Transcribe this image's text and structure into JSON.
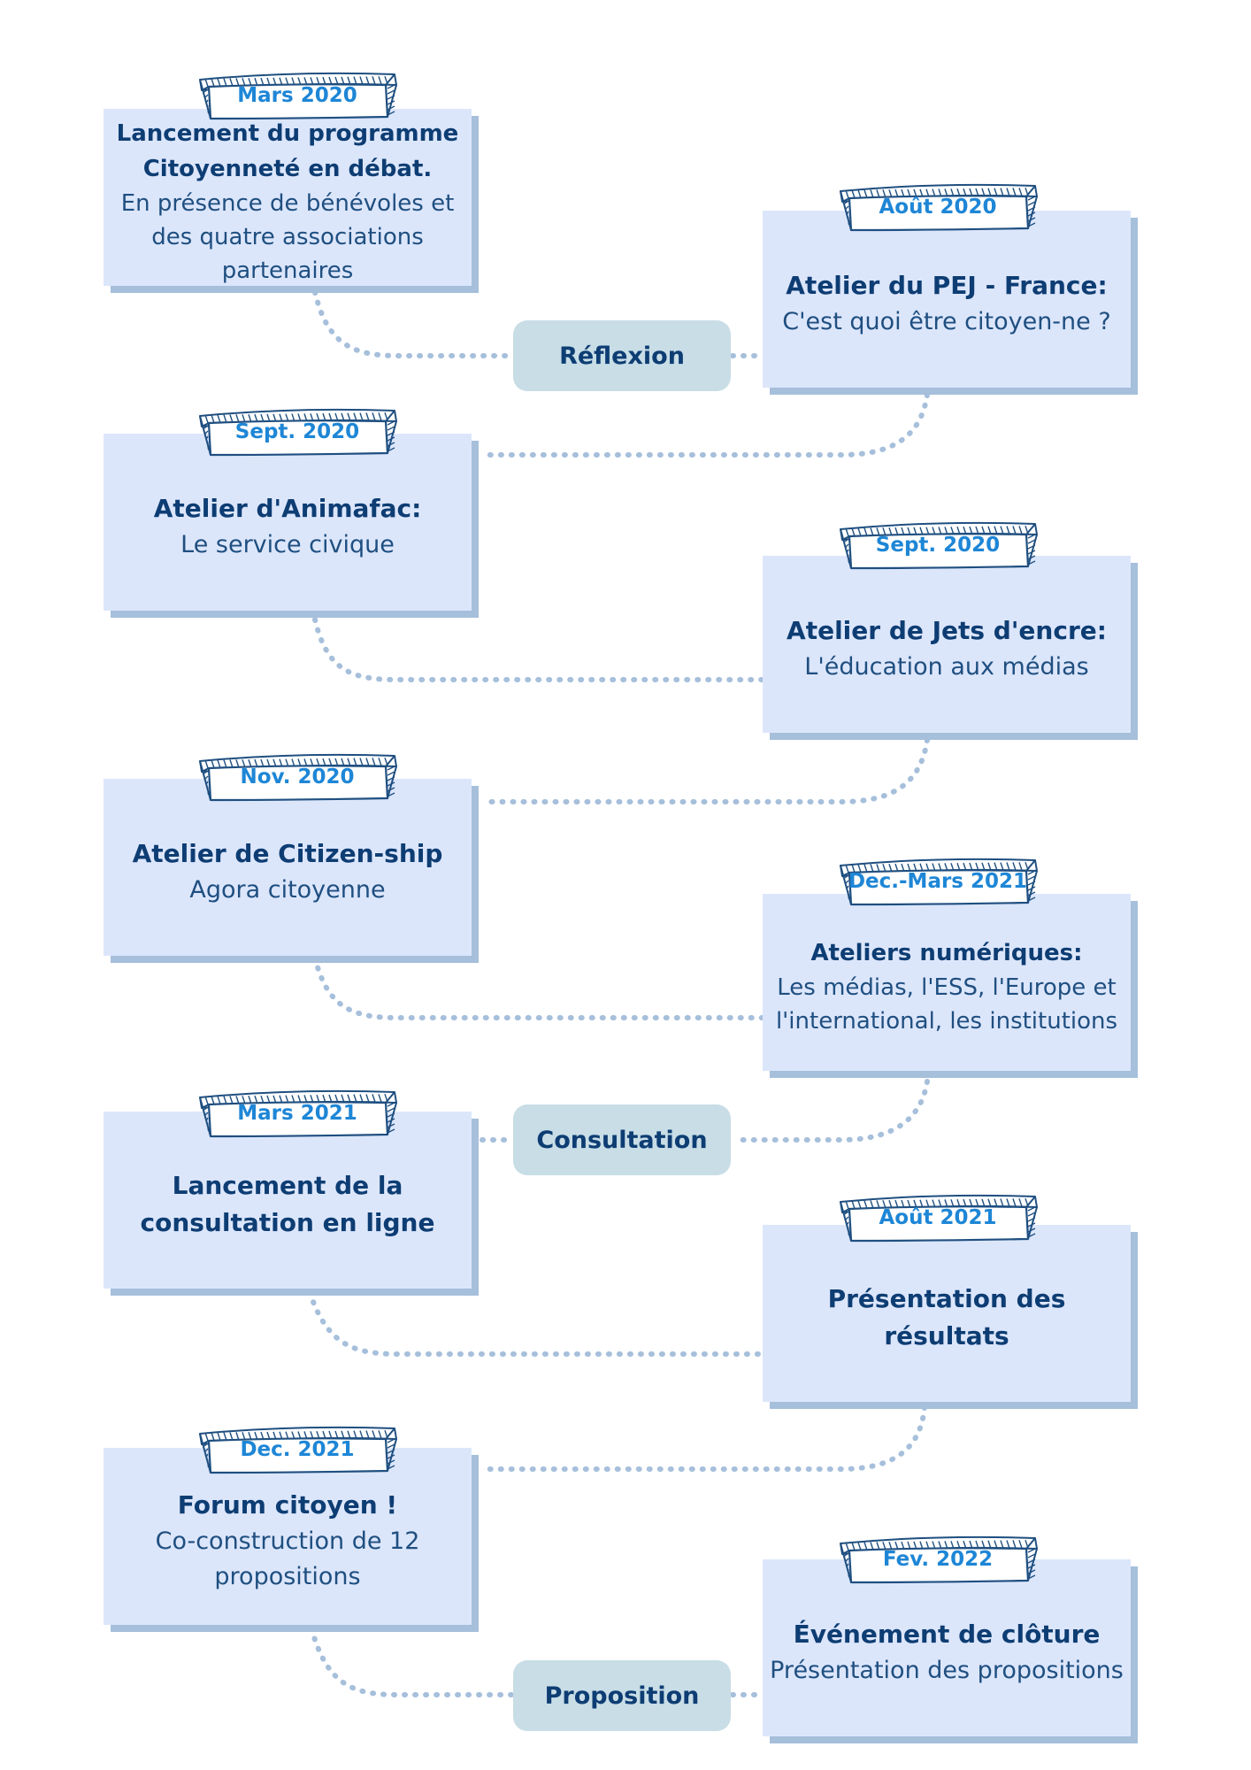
{
  "phases": {
    "reflexion": "Réflexion",
    "consultation": "Consultation",
    "proposition": "Proposition"
  },
  "events": [
    {
      "date": "Mars 2020",
      "title": "Lancement du programme Citoyenneté en débat.",
      "sub": "En présence de bénévoles et des quatre associations partenaires"
    },
    {
      "date": "Août 2020",
      "title": "Atelier du PEJ - France:",
      "sub": "C'est quoi être citoyen-ne ?"
    },
    {
      "date": "Sept. 2020",
      "title": "Atelier d'Animafac:",
      "sub": "Le service civique"
    },
    {
      "date": "Sept. 2020",
      "title": "Atelier de Jets d'encre:",
      "sub": "L'éducation aux médias"
    },
    {
      "date": "Nov. 2020",
      "title": "Atelier de Citizen-ship",
      "sub": "Agora citoyenne"
    },
    {
      "date": "Dec.-Mars 2021",
      "title": "Ateliers numériques:",
      "sub": "Les médias, l'ESS, l'Europe et l'international, les institutions"
    },
    {
      "date": "Mars 2021",
      "title": "Lancement de la consultation en ligne",
      "sub": ""
    },
    {
      "date": "Août 2021",
      "title": "Présentation des résultats",
      "sub": ""
    },
    {
      "date": "Dec. 2021",
      "title": "Forum citoyen !",
      "sub": "Co-construction de 12 propositions"
    },
    {
      "date": "Fev. 2022",
      "title": "Événement de clôture",
      "sub": "Présentation des propositions"
    }
  ],
  "colors": {
    "card": "#dce6fb",
    "card_shadow": "#a6bfdb",
    "title": "#0d3d73",
    "date": "#1e86d6",
    "phase_pill": "#c8dde6",
    "connector": "#a6bfdb"
  }
}
